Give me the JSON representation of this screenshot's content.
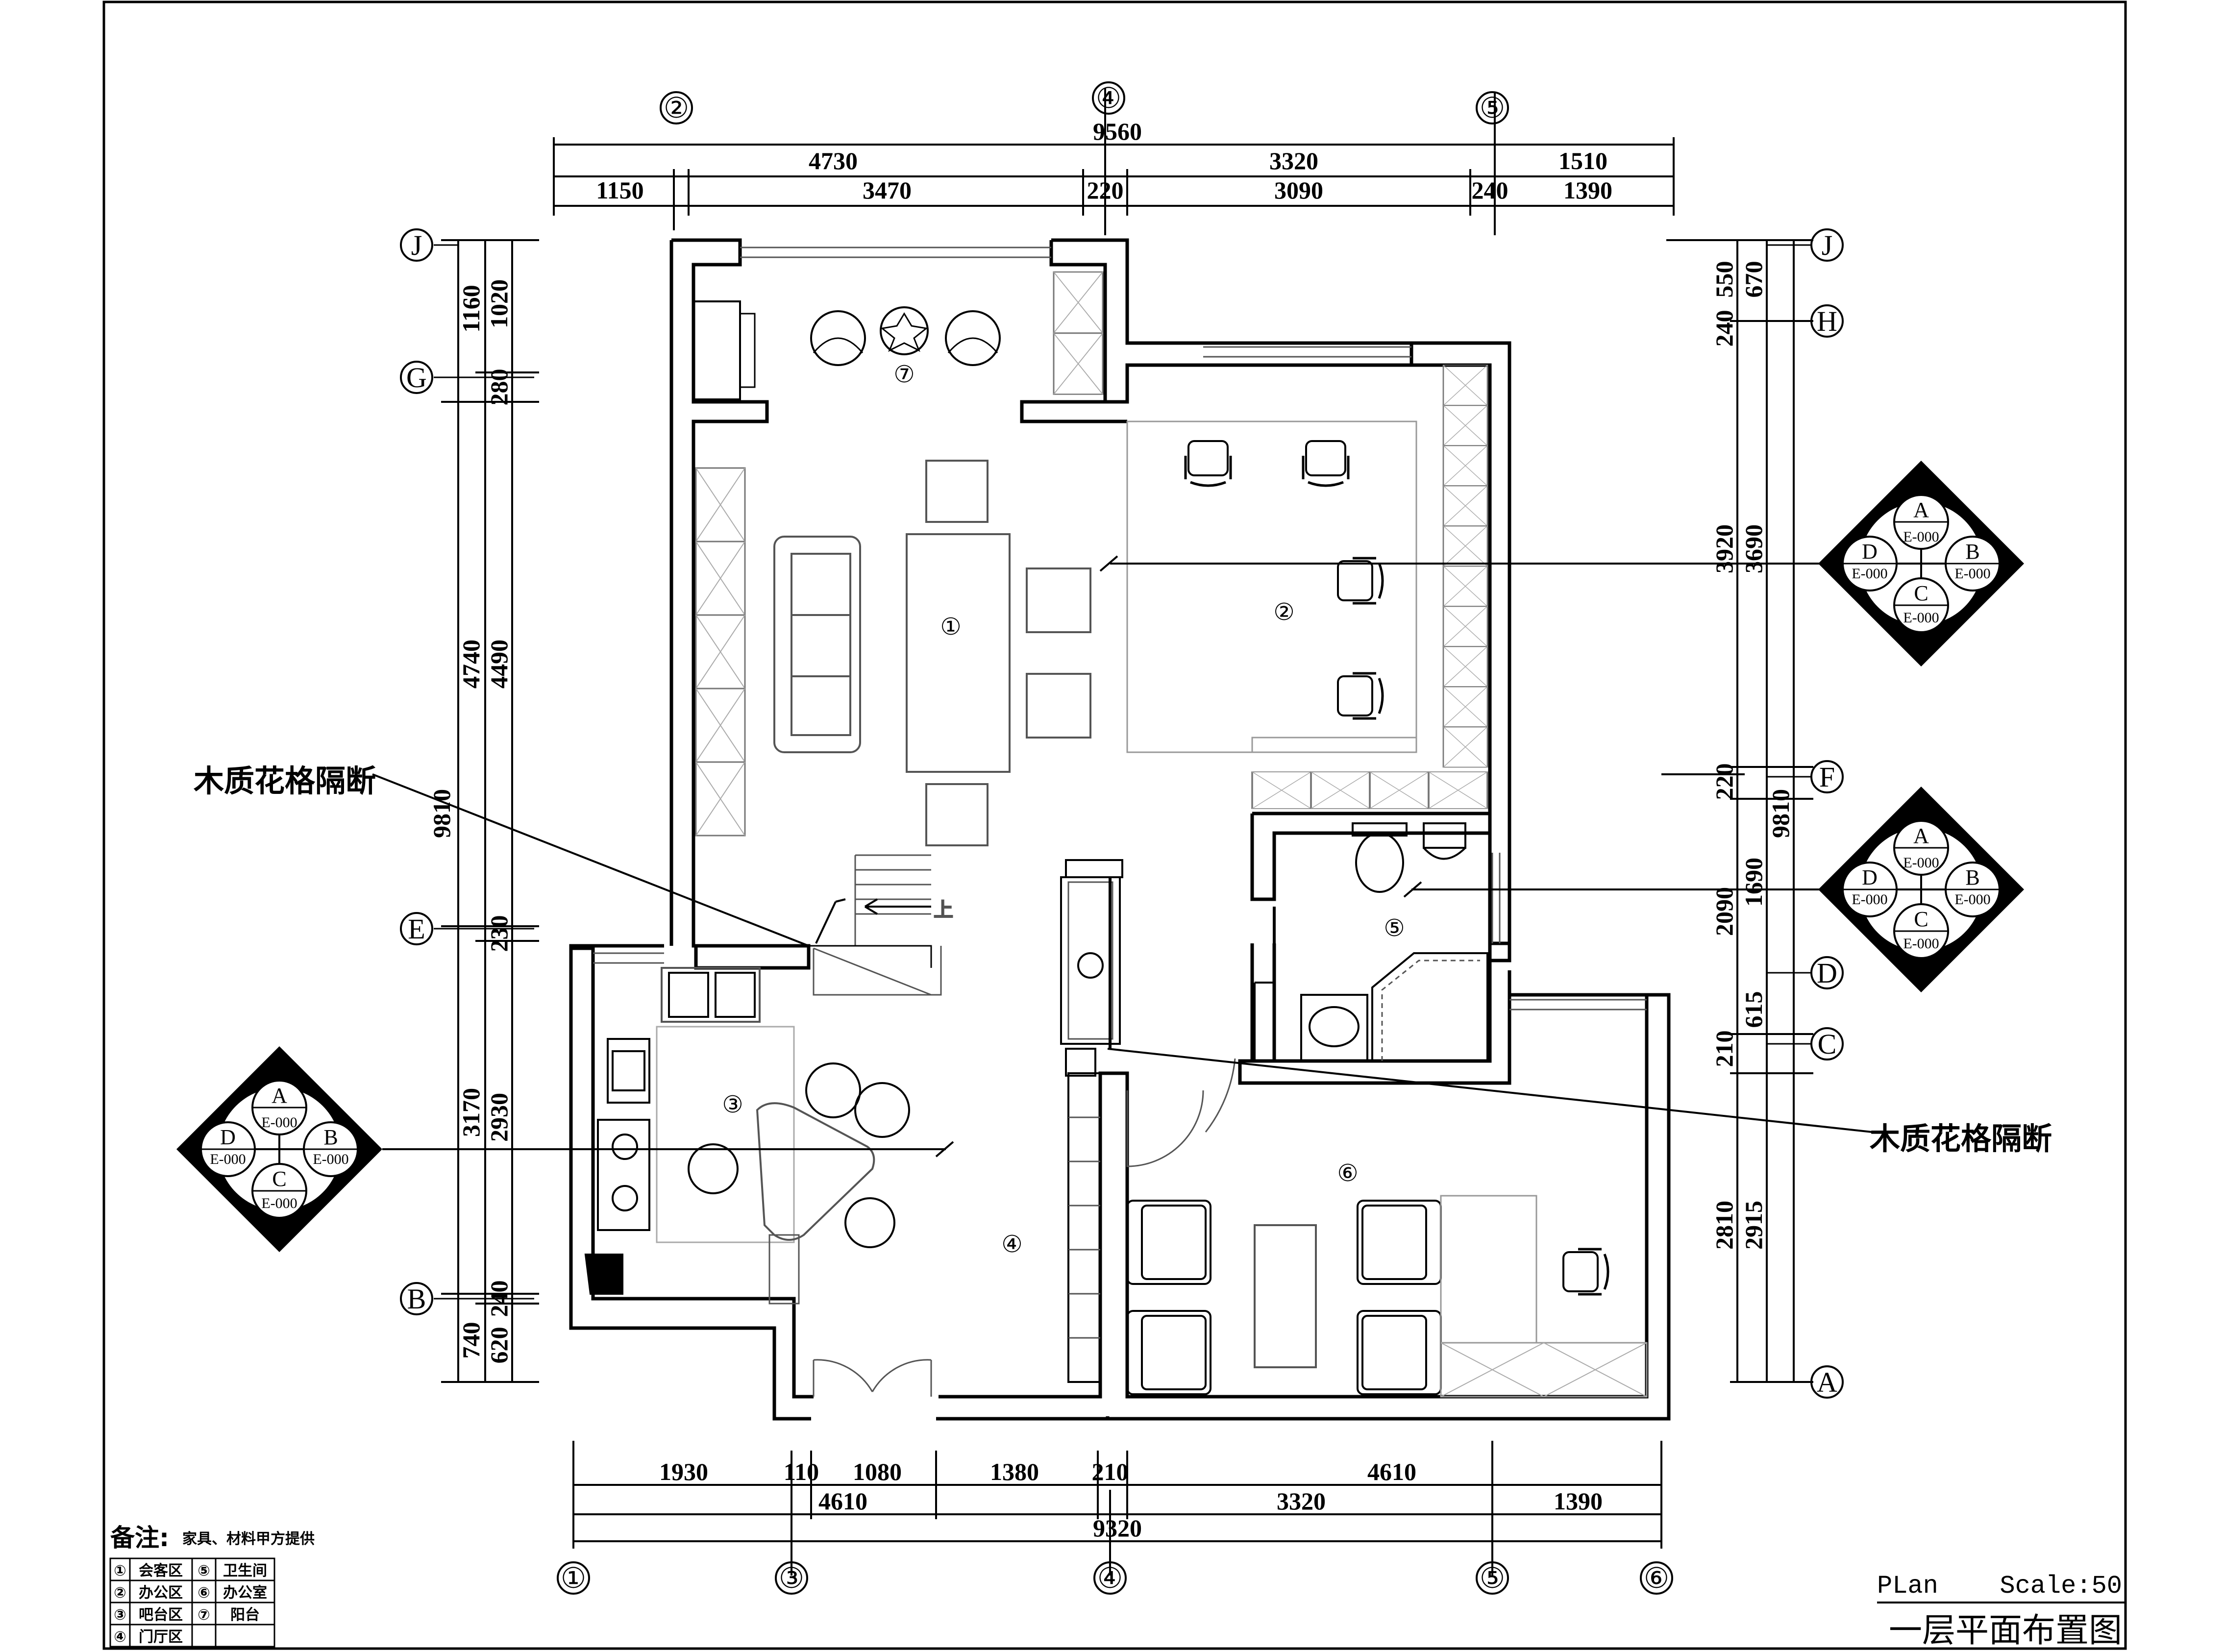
{
  "drawing": {
    "title": "一层平面布置图",
    "plan_label": "PLan",
    "scale_label": "Scale:50",
    "notes_label": "备注:",
    "notes_text": "家具、材料甲方提供",
    "partition_label": "木质花格隔断"
  },
  "legend": [
    {
      "num": "①",
      "name": "会客区"
    },
    {
      "num": "⑤",
      "name": "卫生间"
    },
    {
      "num": "②",
      "name": "办公区"
    },
    {
      "num": "⑥",
      "name": "办公室"
    },
    {
      "num": "③",
      "name": "吧台区"
    },
    {
      "num": "⑦",
      "name": "阳台"
    },
    {
      "num": "④",
      "name": "门厅区"
    }
  ],
  "rooms": [
    "①",
    "②",
    "③",
    "④",
    "⑤",
    "⑥",
    "⑦"
  ],
  "grid_axes": {
    "top": [
      "②",
      "④",
      "⑤"
    ],
    "bottom": [
      "①",
      "③",
      "④",
      "⑤",
      "⑥"
    ],
    "left": [
      "J",
      "G",
      "E",
      "B"
    ],
    "right": [
      "J",
      "H",
      "F",
      "D",
      "C",
      "A"
    ]
  },
  "dimensions": {
    "top_total": "9560",
    "top_row1": [
      "4730",
      "3320",
      "1510"
    ],
    "top_row2": [
      "1150",
      "3470",
      "220",
      "3090",
      "240",
      "1390"
    ],
    "bottom_row1": [
      "1930",
      "110",
      "1080",
      "1380",
      "210",
      "4610"
    ],
    "bottom_row2": [
      "4610",
      "3320",
      "1390"
    ],
    "bottom_total": "9320",
    "left_total": "9810",
    "left_row1": [
      "1160",
      "4740",
      "3170",
      "740"
    ],
    "left_row2": [
      "1020",
      "280",
      "4490",
      "230",
      "2930",
      "240",
      "620"
    ],
    "right_total": "9810",
    "right_row1": [
      "550",
      "3920",
      "2090",
      "2810"
    ],
    "right_row2": [
      "670",
      "240",
      "3690",
      "220",
      "1690",
      "615",
      "210",
      "2915"
    ]
  },
  "index_symbol": {
    "letters": [
      "A",
      "B",
      "C",
      "D"
    ],
    "code": "E-000"
  },
  "stair_label": "上"
}
